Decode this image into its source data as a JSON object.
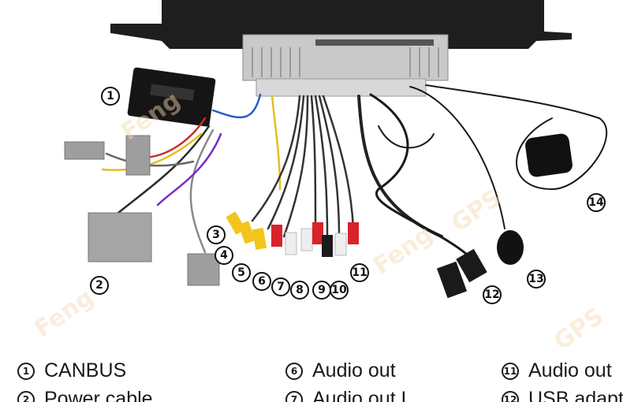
{
  "watermarks": [
    "Feng",
    "Feng",
    "GPS",
    "Feng",
    "GPS"
  ],
  "callouts": [
    "1",
    "2",
    "3",
    "4",
    "5",
    "6",
    "7",
    "8",
    "9",
    "10",
    "11",
    "12",
    "13",
    "14"
  ],
  "legend": [
    {
      "num": "1",
      "label": "CANBUS"
    },
    {
      "num": "2",
      "label": "Power cable"
    },
    {
      "num": "6",
      "label": "Audio out"
    },
    {
      "num": "7",
      "label": "Audio out L"
    },
    {
      "num": "11",
      "label": "Audio out"
    },
    {
      "num": "12",
      "label": "USB adapter"
    }
  ],
  "colors": {
    "rca_yellow": "#f2c51a",
    "rca_red": "#d8232a",
    "rca_white": "#eeeeee",
    "rca_black": "#1b1b1b",
    "unit_metal": "#c9c9c9",
    "housing": "#1e1e1e"
  }
}
